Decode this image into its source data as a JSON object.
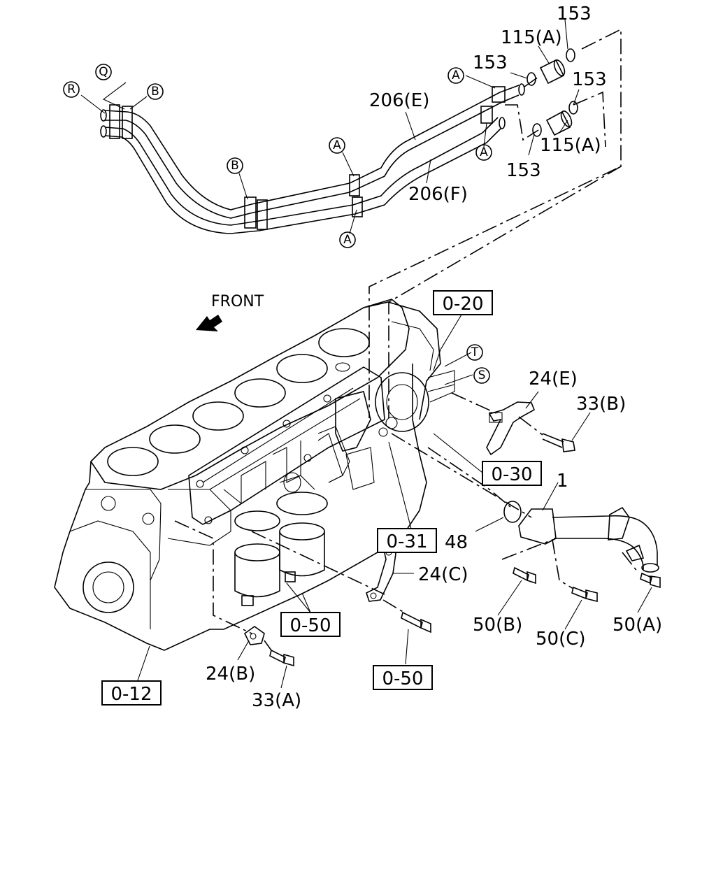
{
  "front_label": "FRONT",
  "callouts": {
    "c153_a": "153",
    "c115a_top": "115(A)",
    "c153_b": "153",
    "c153_c": "153",
    "c206e": "206(E)",
    "c115a_bot": "115(A)",
    "c153_d": "153",
    "c206f": "206(F)",
    "c24e": "24(E)",
    "c33b": "33(B)",
    "c1": "1",
    "c48": "48",
    "c24c": "24(C)",
    "c50b": "50(B)",
    "c50c": "50(C)",
    "c50a": "50(A)",
    "c24b": "24(B)",
    "c33a": "33(A)"
  },
  "reference_boxes": {
    "r020": "0-20",
    "r030": "0-30",
    "r031": "0-31",
    "r050a": "0-50",
    "r050b": "0-50",
    "r012": "0-12"
  },
  "circle_markers": {
    "q": "Q",
    "r": "R",
    "b1": "B",
    "b2": "B",
    "a1": "A",
    "a2": "A",
    "a3": "A",
    "a4": "A",
    "t": "T",
    "s": "S"
  }
}
